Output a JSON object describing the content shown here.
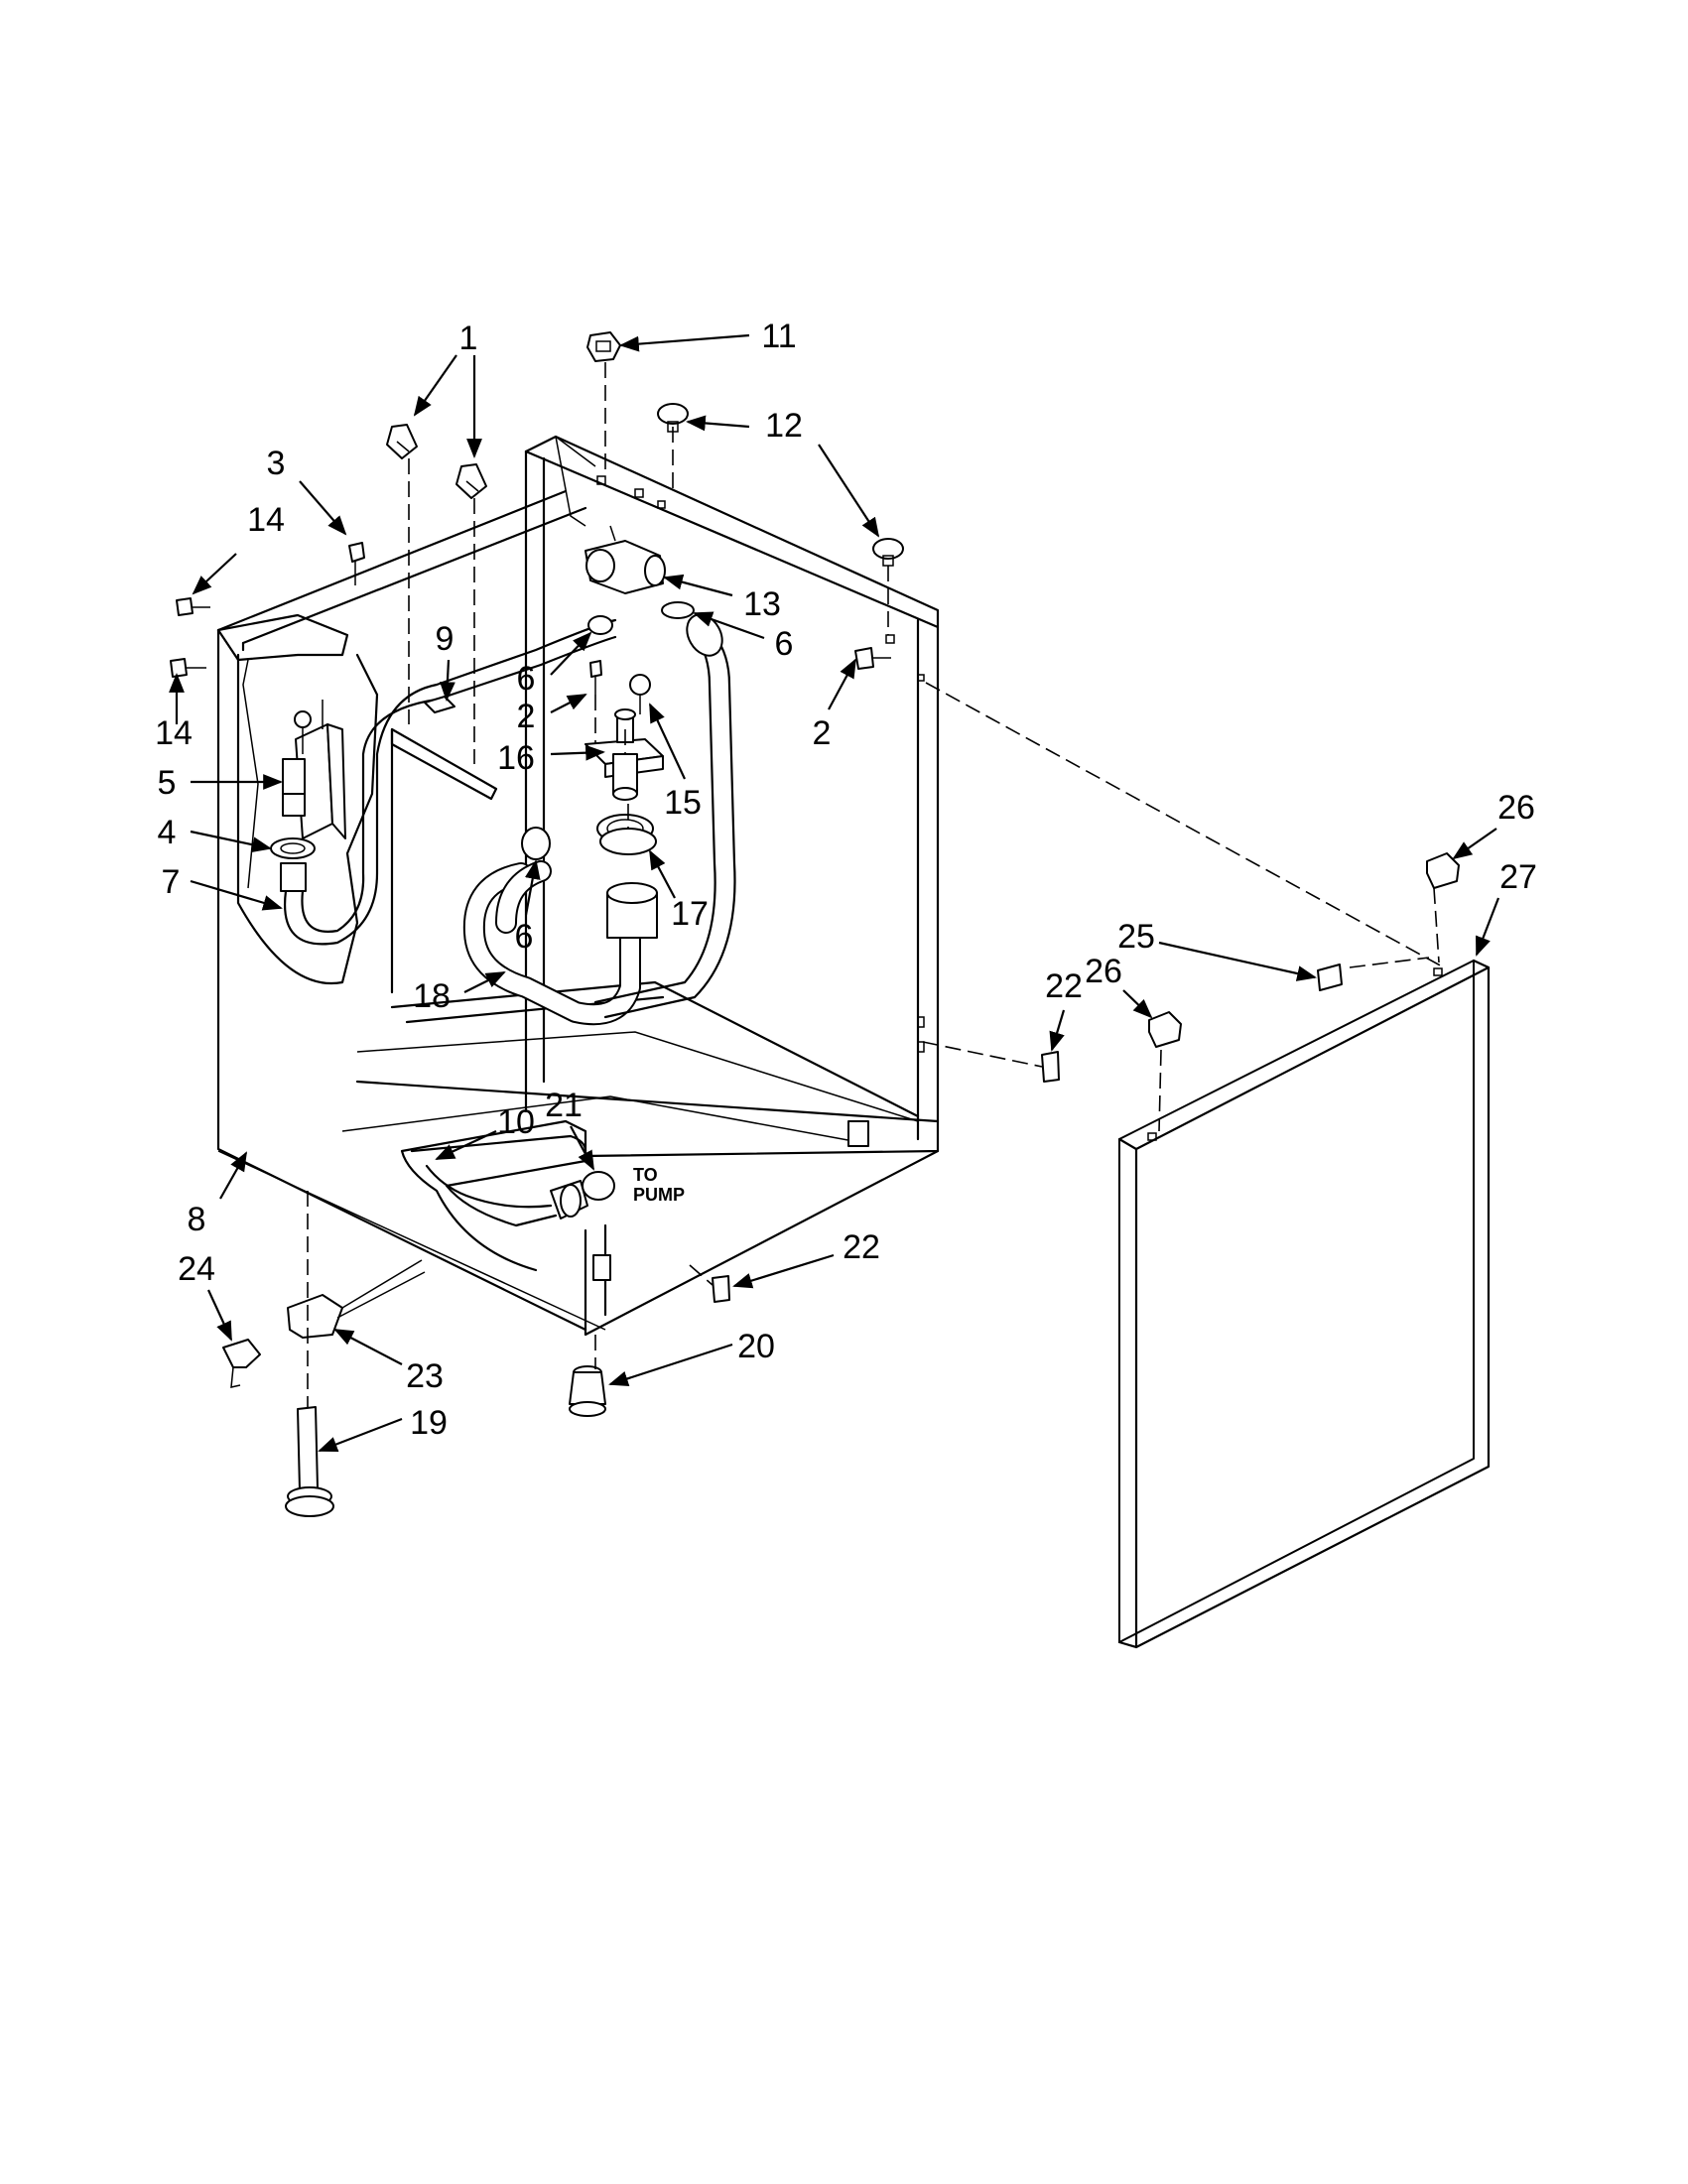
{
  "diagram": {
    "callouts": [
      {
        "id": "c1",
        "text": "1"
      },
      {
        "id": "c3",
        "text": "3"
      },
      {
        "id": "c14a",
        "text": "14"
      },
      {
        "id": "c14b",
        "text": "14"
      },
      {
        "id": "c5",
        "text": "5"
      },
      {
        "id": "c4",
        "text": "4"
      },
      {
        "id": "c7",
        "text": "7"
      },
      {
        "id": "c9",
        "text": "9"
      },
      {
        "id": "c6a",
        "text": "6"
      },
      {
        "id": "c2a",
        "text": "2"
      },
      {
        "id": "c16",
        "text": "16"
      },
      {
        "id": "c15",
        "text": "15"
      },
      {
        "id": "c11",
        "text": "11"
      },
      {
        "id": "c12",
        "text": "12"
      },
      {
        "id": "c13",
        "text": "13"
      },
      {
        "id": "c6b",
        "text": "6"
      },
      {
        "id": "c2b",
        "text": "2"
      },
      {
        "id": "c6c",
        "text": "6"
      },
      {
        "id": "c17",
        "text": "17"
      },
      {
        "id": "c18",
        "text": "18"
      },
      {
        "id": "c10",
        "text": "10"
      },
      {
        "id": "c21",
        "text": "21"
      },
      {
        "id": "c8",
        "text": "8"
      },
      {
        "id": "c24",
        "text": "24"
      },
      {
        "id": "c23",
        "text": "23"
      },
      {
        "id": "c19",
        "text": "19"
      },
      {
        "id": "c20",
        "text": "20"
      },
      {
        "id": "c22a",
        "text": "22"
      },
      {
        "id": "c22b",
        "text": "22"
      },
      {
        "id": "c25",
        "text": "25"
      },
      {
        "id": "c26a",
        "text": "26"
      },
      {
        "id": "c26b",
        "text": "26"
      },
      {
        "id": "c27",
        "text": "27"
      }
    ],
    "notes": {
      "to": "TO",
      "pump": "PUMP"
    }
  }
}
